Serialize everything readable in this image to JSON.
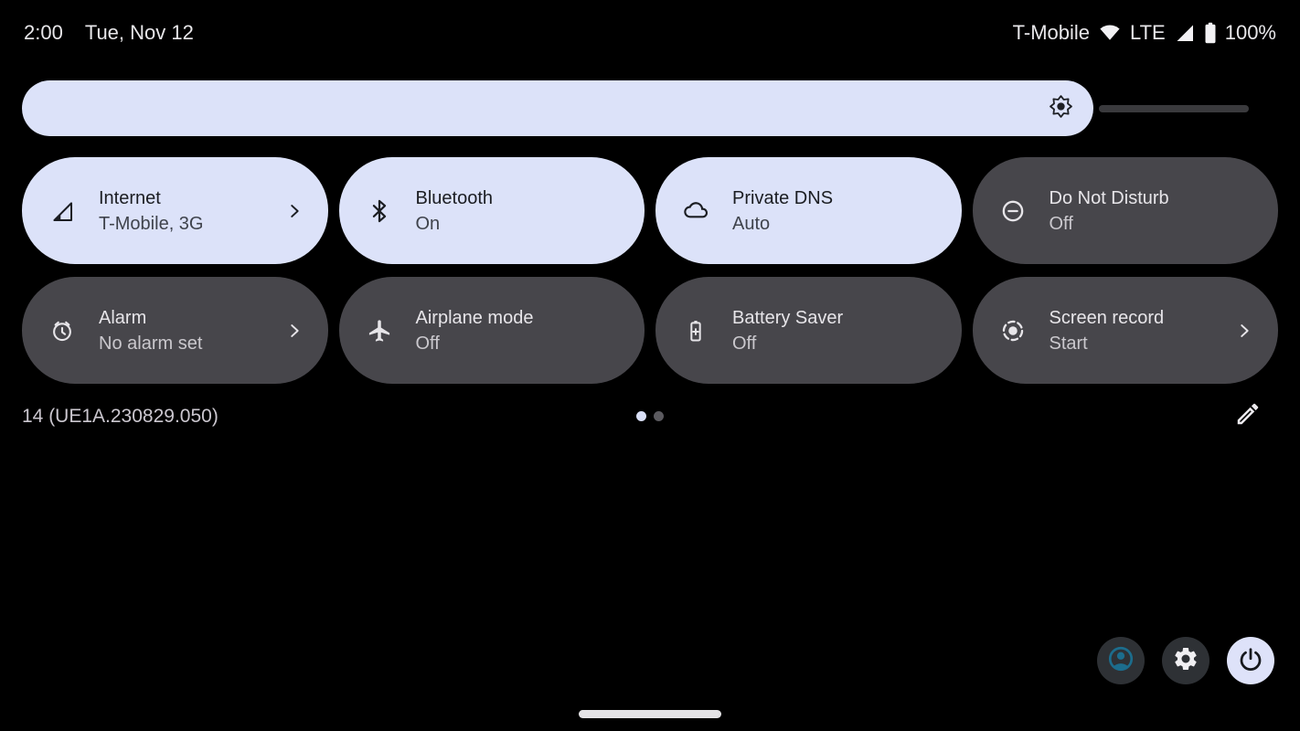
{
  "status_bar": {
    "time": "2:00",
    "date": "Tue, Nov 12",
    "carrier": "T-Mobile",
    "network_type": "LTE",
    "battery_percent": "100%",
    "icons": [
      "wifi-icon",
      "cellular-signal-icon",
      "battery-icon"
    ]
  },
  "brightness_slider": {
    "level_percent": 87,
    "icon": "brightness-icon"
  },
  "quick_tiles": [
    {
      "title": "Internet",
      "subtitle": "T-Mobile, 3G",
      "state": "on",
      "icon": "cellular-signal-icon",
      "has_chevron": true
    },
    {
      "title": "Bluetooth",
      "subtitle": "On",
      "state": "on",
      "icon": "bluetooth-icon",
      "has_chevron": false
    },
    {
      "title": "Private DNS",
      "subtitle": "Auto",
      "state": "on",
      "icon": "cloud-icon",
      "has_chevron": false
    },
    {
      "title": "Do Not Disturb",
      "subtitle": "Off",
      "state": "off",
      "icon": "do-not-disturb-icon",
      "has_chevron": false
    },
    {
      "title": "Alarm",
      "subtitle": "No alarm set",
      "state": "off",
      "icon": "alarm-clock-icon",
      "has_chevron": true
    },
    {
      "title": "Airplane mode",
      "subtitle": "Off",
      "state": "off",
      "icon": "airplane-icon",
      "has_chevron": false
    },
    {
      "title": "Battery Saver",
      "subtitle": "Off",
      "state": "off",
      "icon": "battery-saver-icon",
      "has_chevron": false
    },
    {
      "title": "Screen record",
      "subtitle": "Start",
      "state": "off",
      "icon": "screen-record-icon",
      "has_chevron": true
    }
  ],
  "footer": {
    "build_version": "14 (UE1A.230829.050)",
    "page_indicator": {
      "pages": 2,
      "active_page": 1
    },
    "edit_icon": "pencil-icon"
  },
  "bottom_actions": [
    "user-switcher-button",
    "settings-button",
    "power-button"
  ],
  "colors": {
    "accent_light": "#dce2f9",
    "tile_inactive": "#47464b",
    "action_circle_dark": "#2e3135",
    "avatar_teal": "#1c6d8d",
    "track_gray": "#3a3a3d",
    "background": "#000000"
  }
}
